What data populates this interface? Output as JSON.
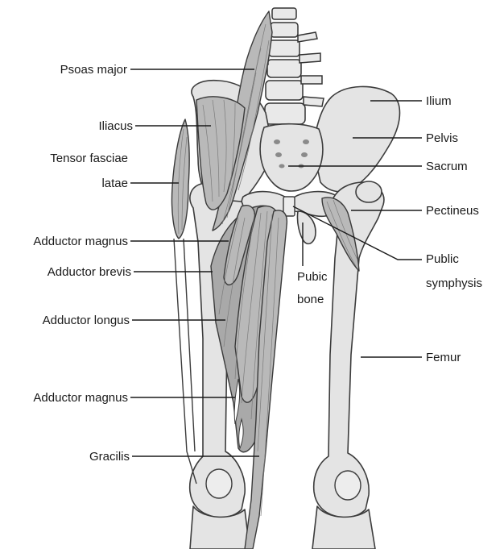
{
  "labels": {
    "psoas_major": "Psoas major",
    "iliacus": "Iliacus",
    "tensor_line1": "Tensor fasciae",
    "tensor_line2": "latae",
    "adductor_magnus_upper": "Adductor magnus",
    "adductor_brevis": "Adductor brevis",
    "adductor_longus": "Adductor longus",
    "adductor_magnus_lower": "Adductor magnus",
    "gracilis": "Gracilis",
    "ilium": "Ilium",
    "pelvis": "Pelvis",
    "sacrum": "Sacrum",
    "pectineus": "Pectineus",
    "public_line1": "Public",
    "public_line2": "symphysis",
    "pubic_line1": "Pubic",
    "pubic_line2": "bone",
    "femur": "Femur"
  },
  "colors": {
    "bone": "#e4e4e4",
    "muscle": "#b9b9b9",
    "line": "#1a1a1a"
  }
}
